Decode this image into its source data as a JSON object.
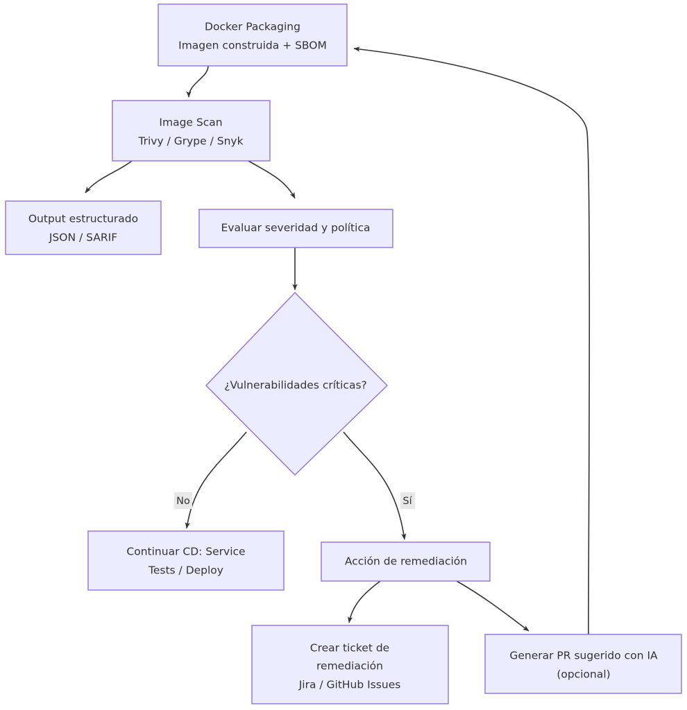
{
  "diagram": {
    "type": "flowchart",
    "direction": "top-down",
    "title": "",
    "theme": {
      "node_fill": "#ECECFF",
      "node_stroke": "#9370DB",
      "edge_stroke": "#333333",
      "text_color": "#333333",
      "edge_label_bg": "#e8e8e8",
      "background": "#ffffff"
    },
    "nodes": [
      {
        "id": "docker",
        "shape": "rect",
        "lines": [
          "Docker Packaging",
          "Imagen construida + SBOM"
        ]
      },
      {
        "id": "scan",
        "shape": "rect",
        "lines": [
          "Image Scan",
          "Trivy / Grype / Snyk"
        ]
      },
      {
        "id": "output",
        "shape": "rect",
        "lines": [
          "Output estructurado",
          "JSON / SARIF"
        ]
      },
      {
        "id": "evaluar",
        "shape": "rect",
        "lines": [
          "Evaluar severidad y política"
        ]
      },
      {
        "id": "decision",
        "shape": "diamond",
        "lines": [
          "¿Vulnerabilidades críticas?"
        ]
      },
      {
        "id": "continuar",
        "shape": "rect",
        "lines": [
          "Continuar CD: Service",
          "Tests / Deploy"
        ]
      },
      {
        "id": "remediacion",
        "shape": "rect",
        "lines": [
          "Acción de remediación"
        ]
      },
      {
        "id": "ticket",
        "shape": "rect",
        "lines": [
          "Crear ticket de",
          "remediación",
          "Jira / GitHub Issues"
        ]
      },
      {
        "id": "pr",
        "shape": "rect",
        "lines": [
          "Generar PR sugerido con IA",
          "(opcional)"
        ]
      }
    ],
    "edges": [
      {
        "from": "docker",
        "to": "scan",
        "label": ""
      },
      {
        "from": "scan",
        "to": "output",
        "label": ""
      },
      {
        "from": "scan",
        "to": "evaluar",
        "label": ""
      },
      {
        "from": "evaluar",
        "to": "decision",
        "label": ""
      },
      {
        "from": "decision",
        "to": "continuar",
        "label": "No"
      },
      {
        "from": "decision",
        "to": "remediacion",
        "label": "Sí"
      },
      {
        "from": "remediacion",
        "to": "ticket",
        "label": ""
      },
      {
        "from": "remediacion",
        "to": "pr",
        "label": ""
      },
      {
        "from": "pr",
        "to": "docker",
        "label": ""
      }
    ]
  }
}
